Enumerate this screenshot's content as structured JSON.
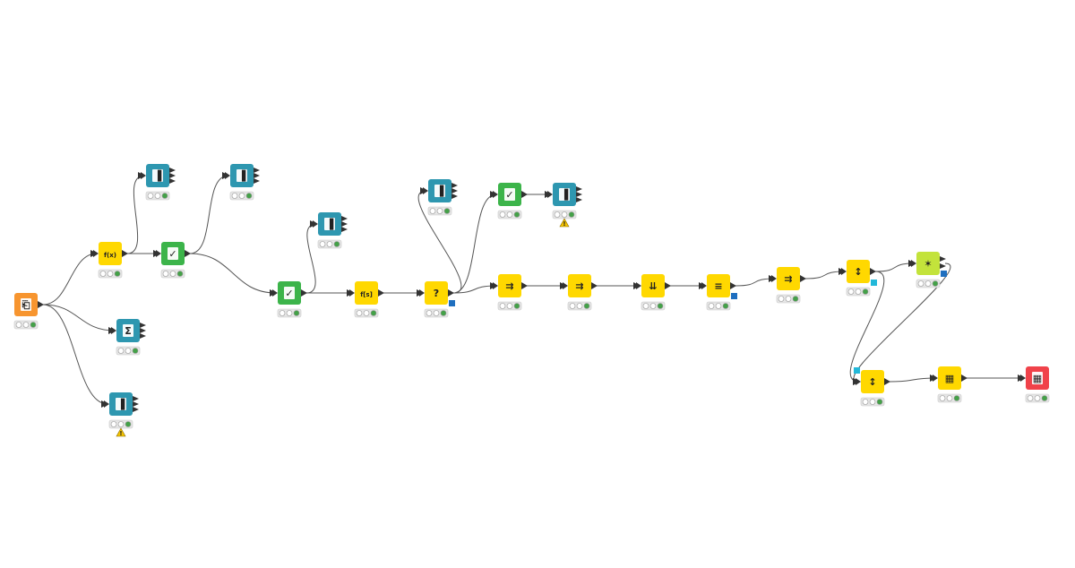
{
  "workflow": {
    "colors": {
      "source": "#F7952F",
      "manipulator": "#FFD800",
      "view": "#2E97B0",
      "quickform": "#3CB44A",
      "sink": "#F0424A",
      "viz": "#C3E33B",
      "edge": "#555555",
      "status_green": "#44A148",
      "warning": "#F5C400"
    },
    "nodes": [
      {
        "id": "n1",
        "type": "source",
        "icon": "file-reader-icon",
        "glyph": "⎗",
        "warning": false,
        "flow_port": false
      },
      {
        "id": "n2",
        "type": "manipulator",
        "icon": "math-formula-icon",
        "glyph": "f(x)",
        "warning": false,
        "flow_port": false
      },
      {
        "id": "n3",
        "type": "view",
        "icon": "table-view-icon",
        "glyph": "▐",
        "warning": false,
        "flow_port": false
      },
      {
        "id": "n4",
        "type": "quickform",
        "icon": "quickform-icon",
        "glyph": "✓",
        "warning": false,
        "flow_port": false
      },
      {
        "id": "n5",
        "type": "view",
        "icon": "table-view-icon",
        "glyph": "▐",
        "warning": false,
        "flow_port": false
      },
      {
        "id": "n6",
        "type": "view",
        "icon": "statistics-icon",
        "glyph": "Σ",
        "warning": false,
        "flow_port": false
      },
      {
        "id": "n7",
        "type": "view",
        "icon": "table-view-icon",
        "glyph": "▐",
        "warning": true,
        "flow_port": false
      },
      {
        "id": "n8",
        "type": "quickform",
        "icon": "quickform-icon",
        "glyph": "✓",
        "warning": false,
        "flow_port": false
      },
      {
        "id": "n9",
        "type": "view",
        "icon": "table-view-icon",
        "glyph": "▐",
        "warning": false,
        "flow_port": false
      },
      {
        "id": "n10",
        "type": "manipulator",
        "icon": "string-manipulation-icon",
        "glyph": "f[s]",
        "warning": false,
        "flow_port": false
      },
      {
        "id": "n11",
        "type": "manipulator",
        "icon": "rule-engine-icon",
        "glyph": "?",
        "warning": false,
        "flow_port": true
      },
      {
        "id": "n12",
        "type": "view",
        "icon": "table-view-icon",
        "glyph": "▐",
        "warning": false,
        "flow_port": false
      },
      {
        "id": "n13",
        "type": "quickform",
        "icon": "quickform-icon",
        "glyph": "✓",
        "warning": false,
        "flow_port": false
      },
      {
        "id": "n14",
        "type": "view",
        "icon": "table-view-icon",
        "glyph": "▐",
        "warning": true,
        "flow_port": false
      },
      {
        "id": "n15",
        "type": "manipulator",
        "icon": "column-filter-icon",
        "glyph": "⇉",
        "warning": false,
        "flow_port": false
      },
      {
        "id": "n16",
        "type": "manipulator",
        "icon": "column-filter-icon",
        "glyph": "⇉",
        "warning": false,
        "flow_port": false
      },
      {
        "id": "n17",
        "type": "manipulator",
        "icon": "row-sorter-icon",
        "glyph": "⇊",
        "warning": false,
        "flow_port": false
      },
      {
        "id": "n18",
        "type": "manipulator",
        "icon": "column-rename-icon",
        "glyph": "≡",
        "warning": false,
        "flow_port": true
      },
      {
        "id": "n19",
        "type": "manipulator",
        "icon": "column-filter-icon",
        "glyph": "⇉",
        "warning": false,
        "flow_port": false
      },
      {
        "id": "n20",
        "type": "manipulator",
        "icon": "row-splitter-icon",
        "glyph": "↕",
        "warning": false,
        "flow_port": "cyan"
      },
      {
        "id": "n21",
        "type": "viz",
        "icon": "scatter-plot-icon",
        "glyph": "✶",
        "warning": false,
        "flow_port": true
      },
      {
        "id": "n22",
        "type": "manipulator",
        "icon": "row-joiner-icon",
        "glyph": "↕",
        "warning": false,
        "flow_port": "cyan-left"
      },
      {
        "id": "n23",
        "type": "manipulator",
        "icon": "table-creator-icon",
        "glyph": "▦",
        "warning": false,
        "flow_port": false
      },
      {
        "id": "n24",
        "type": "sink",
        "icon": "table-writer-icon",
        "glyph": "▦",
        "warning": false,
        "flow_port": false
      }
    ],
    "edges": [
      [
        "n1",
        "n2"
      ],
      [
        "n1",
        "n6"
      ],
      [
        "n1",
        "n7"
      ],
      [
        "n2",
        "n3"
      ],
      [
        "n2",
        "n4"
      ],
      [
        "n4",
        "n5"
      ],
      [
        "n4",
        "n8"
      ],
      [
        "n8",
        "n9"
      ],
      [
        "n8",
        "n10"
      ],
      [
        "n10",
        "n11"
      ],
      [
        "n11",
        "n12"
      ],
      [
        "n11",
        "n13"
      ],
      [
        "n11",
        "n15"
      ],
      [
        "n13",
        "n14"
      ],
      [
        "n15",
        "n16"
      ],
      [
        "n16",
        "n17"
      ],
      [
        "n17",
        "n18"
      ],
      [
        "n18",
        "n19"
      ],
      [
        "n19",
        "n20"
      ],
      [
        "n20",
        "n21"
      ],
      [
        "n21",
        "n22"
      ],
      [
        "n20",
        "n22"
      ],
      [
        "n22",
        "n23"
      ],
      [
        "n23",
        "n24"
      ]
    ]
  }
}
